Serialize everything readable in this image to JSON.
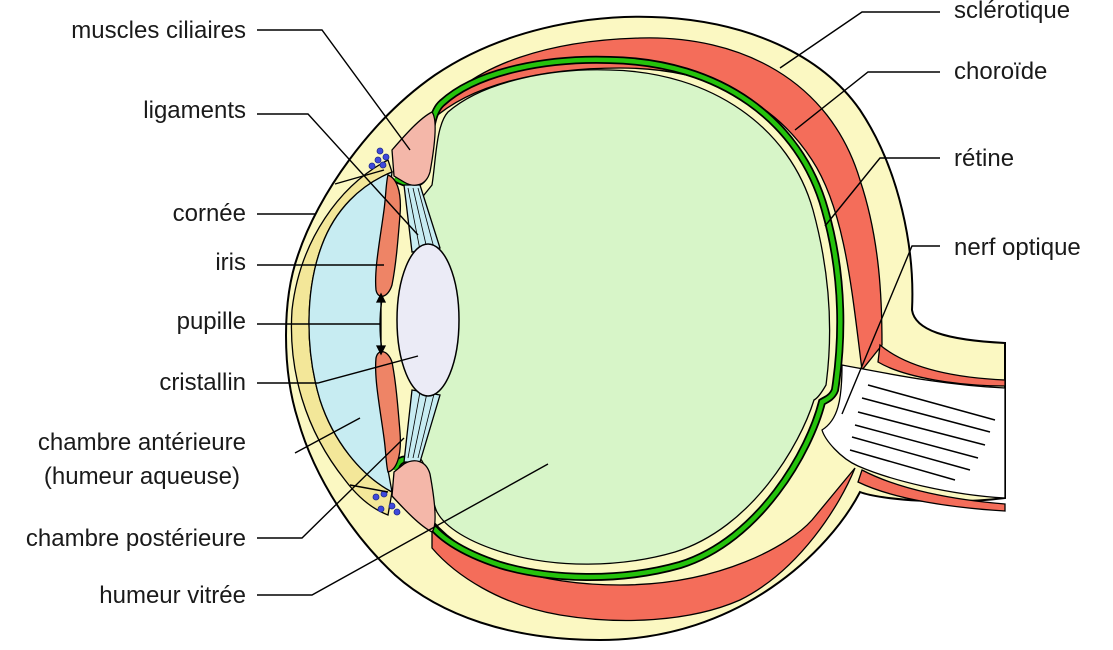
{
  "diagram": {
    "subject": "eye-cross-section",
    "colors": {
      "sclera": "#fbf8c2",
      "choroid": "#f46d5a",
      "retina": "#25c20c",
      "vitreous": "#d7f5c8",
      "aqueous": "#c7ecf2",
      "cornea": "#f3e799",
      "lens": "#ebebf6",
      "ciliary": "#f4b7a9",
      "iris": "#ee8466",
      "cells": "#3f49dc"
    },
    "labels": {
      "muscles_ciliaires": "muscles ciliaires",
      "ligaments": "ligaments",
      "cornee": "cornée",
      "iris": "iris",
      "pupille": "pupille",
      "cristallin": "cristallin",
      "chambre_anterieure_1": "chambre antérieure",
      "chambre_anterieure_2": "(humeur aqueuse)",
      "chambre_posterieure": "chambre postérieure",
      "humeur_vitree": "humeur vitrée",
      "sclerotique": "sclérotique",
      "choroide": "choroïde",
      "retine": "rétine",
      "nerf_optique": "nerf optique"
    }
  }
}
